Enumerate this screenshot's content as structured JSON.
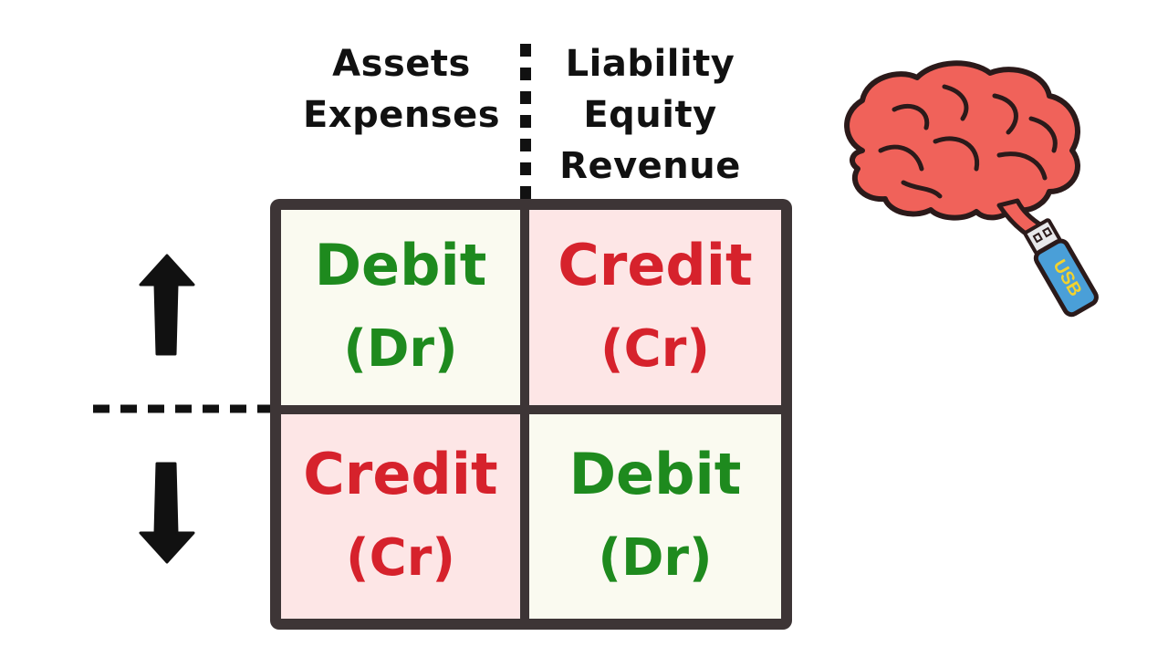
{
  "headers": {
    "left": [
      "Assets",
      "Expenses"
    ],
    "right": [
      "Liability",
      "Equity",
      "Revenue"
    ]
  },
  "grid": {
    "top_left": {
      "label": "Debit",
      "abbr": "(Dr)",
      "text_color": "#1e8a1e",
      "bg": "#fafaf0"
    },
    "top_right": {
      "label": "Credit",
      "abbr": "(Cr)",
      "text_color": "#d6222c",
      "bg": "#fde6e6"
    },
    "bottom_left": {
      "label": "Credit",
      "abbr": "(Cr)",
      "text_color": "#d6222c",
      "bg": "#fde6e6"
    },
    "bottom_right": {
      "label": "Debit",
      "abbr": "(Dr)",
      "text_color": "#1e8a1e",
      "bg": "#fafaf0"
    }
  },
  "arrows": {
    "top": "up-arrow-icon",
    "bottom": "down-arrow-icon"
  },
  "illustration": {
    "icon": "brain-usb-icon",
    "usb_label": "USB",
    "brain_color": "#f0625a",
    "usb_color": "#4a9fd8",
    "usb_label_color": "#f2d22e"
  }
}
